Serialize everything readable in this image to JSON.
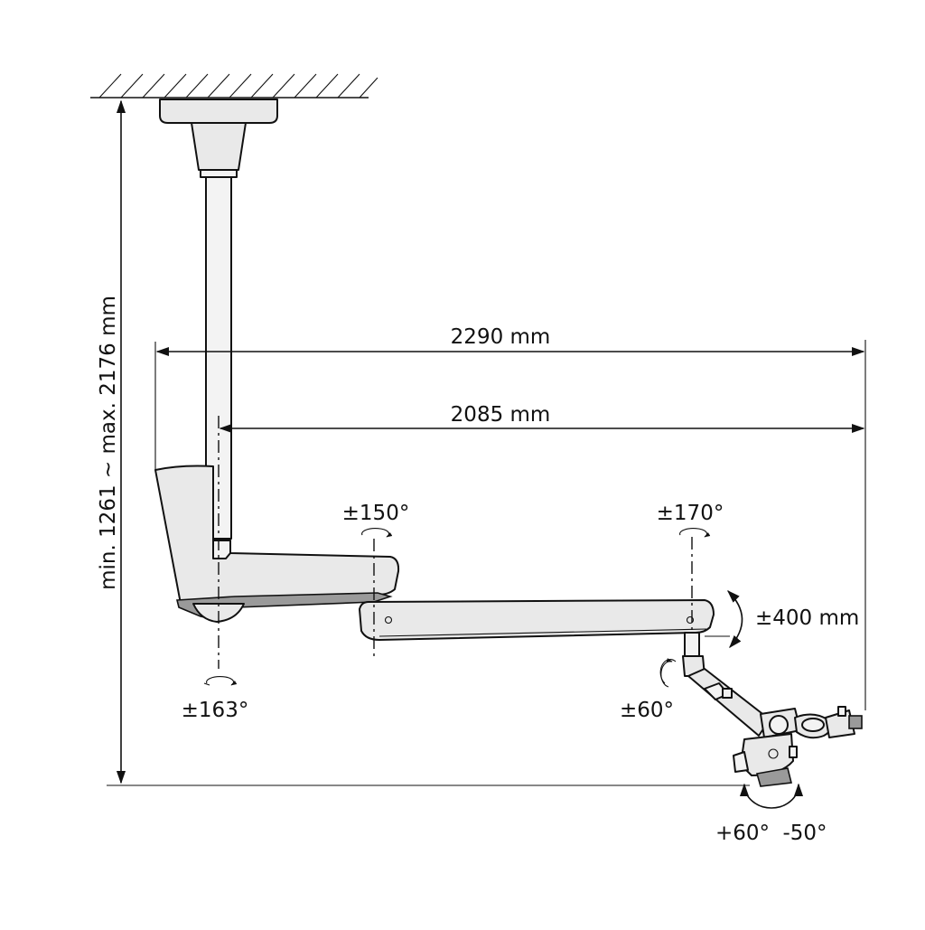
{
  "labels": {
    "height_range": "min. 1261 ~ max. 2176 mm",
    "reach_total": "2290 mm",
    "reach_arm": "2085 mm",
    "rot_suspension": "±163°",
    "rot_arm_joint": "±150°",
    "rot_second_joint": "±170°",
    "vertical_travel": "±400 mm",
    "tilt_head": "±60°",
    "tilt_plus": "+60°",
    "tilt_minus": "-50°"
  }
}
